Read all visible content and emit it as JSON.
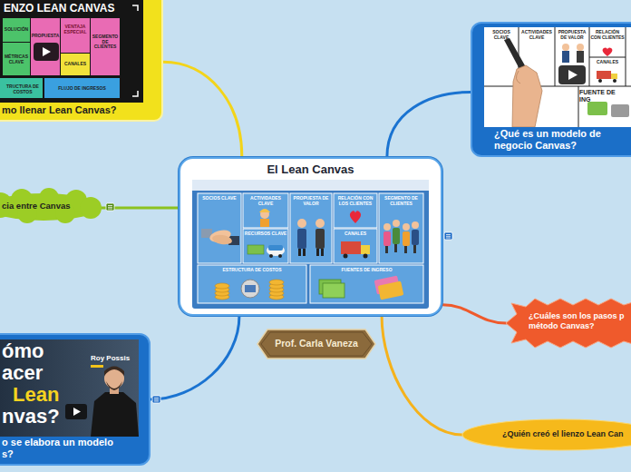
{
  "diagram": {
    "nodes": [
      {
        "text": [
          "El Lean Canvas"
        ]
      },
      {
        "text": [
          "¿Qué es un modelo de negocio Canvas?"
        ]
      },
      {
        "text": [
          "¿Cuáles son los pasos p método Canvas?"
        ]
      },
      {
        "text": [
          "¿Quién creó el lienzo Lean Can"
        ]
      },
      {
        "text": [
          "Prof. Carla Vaneza"
        ]
      },
      {
        "text": [
          "o se elabora un modelo s?"
        ]
      },
      {
        "text": [
          "cia entre Canvas"
        ]
      },
      {
        "text": [
          "mo llenar Lean Canvas?"
        ]
      }
    ],
    "edges": [
      {
        "from": 0,
        "to": 1,
        "arrow": "none"
      },
      {
        "from": 0,
        "to": 2,
        "arrow": "none"
      },
      {
        "from": 0,
        "to": 3,
        "arrow": "none"
      },
      {
        "from": 0,
        "to": 5,
        "arrow": "none"
      },
      {
        "from": 0,
        "to": 6,
        "arrow": "none"
      },
      {
        "from": 0,
        "to": 7,
        "arrow": "none"
      }
    ],
    "labels": [
      "SOCIOS CLAVE",
      "ACTIVIDADES CLAVE",
      "PROPUESTA DE VALOR",
      "RELACIÓN CON LOS CLIENTES",
      "SEGMENTO DE CLIENTES",
      "RECURSOS CLAVE",
      "CANALES",
      "ESTRUCTURA DE COSTOS",
      "FUENTES DE INGRESO",
      "ENZO LEAN CANVAS",
      "SOLUCIÓN",
      "PROPUESTA",
      "VENTAJA ESPECIAL",
      "SEGMENTO DE CLIENTES",
      "MÉTRICAS CLAVE",
      "CANALES",
      "TRUCTURA DE COSTOS",
      "FLUJO DE INGRESOS",
      "SOCIOS CLAVE",
      "ACTIVIDADES CLAVE",
      "PROPUESTA DE VALOR",
      "RELACIÓN CON CLIENTES",
      "CANALES",
      "FUENTE DE ING",
      "ómo",
      "acer",
      "Lean",
      "nvas?",
      "Roy Possis"
    ]
  }
}
